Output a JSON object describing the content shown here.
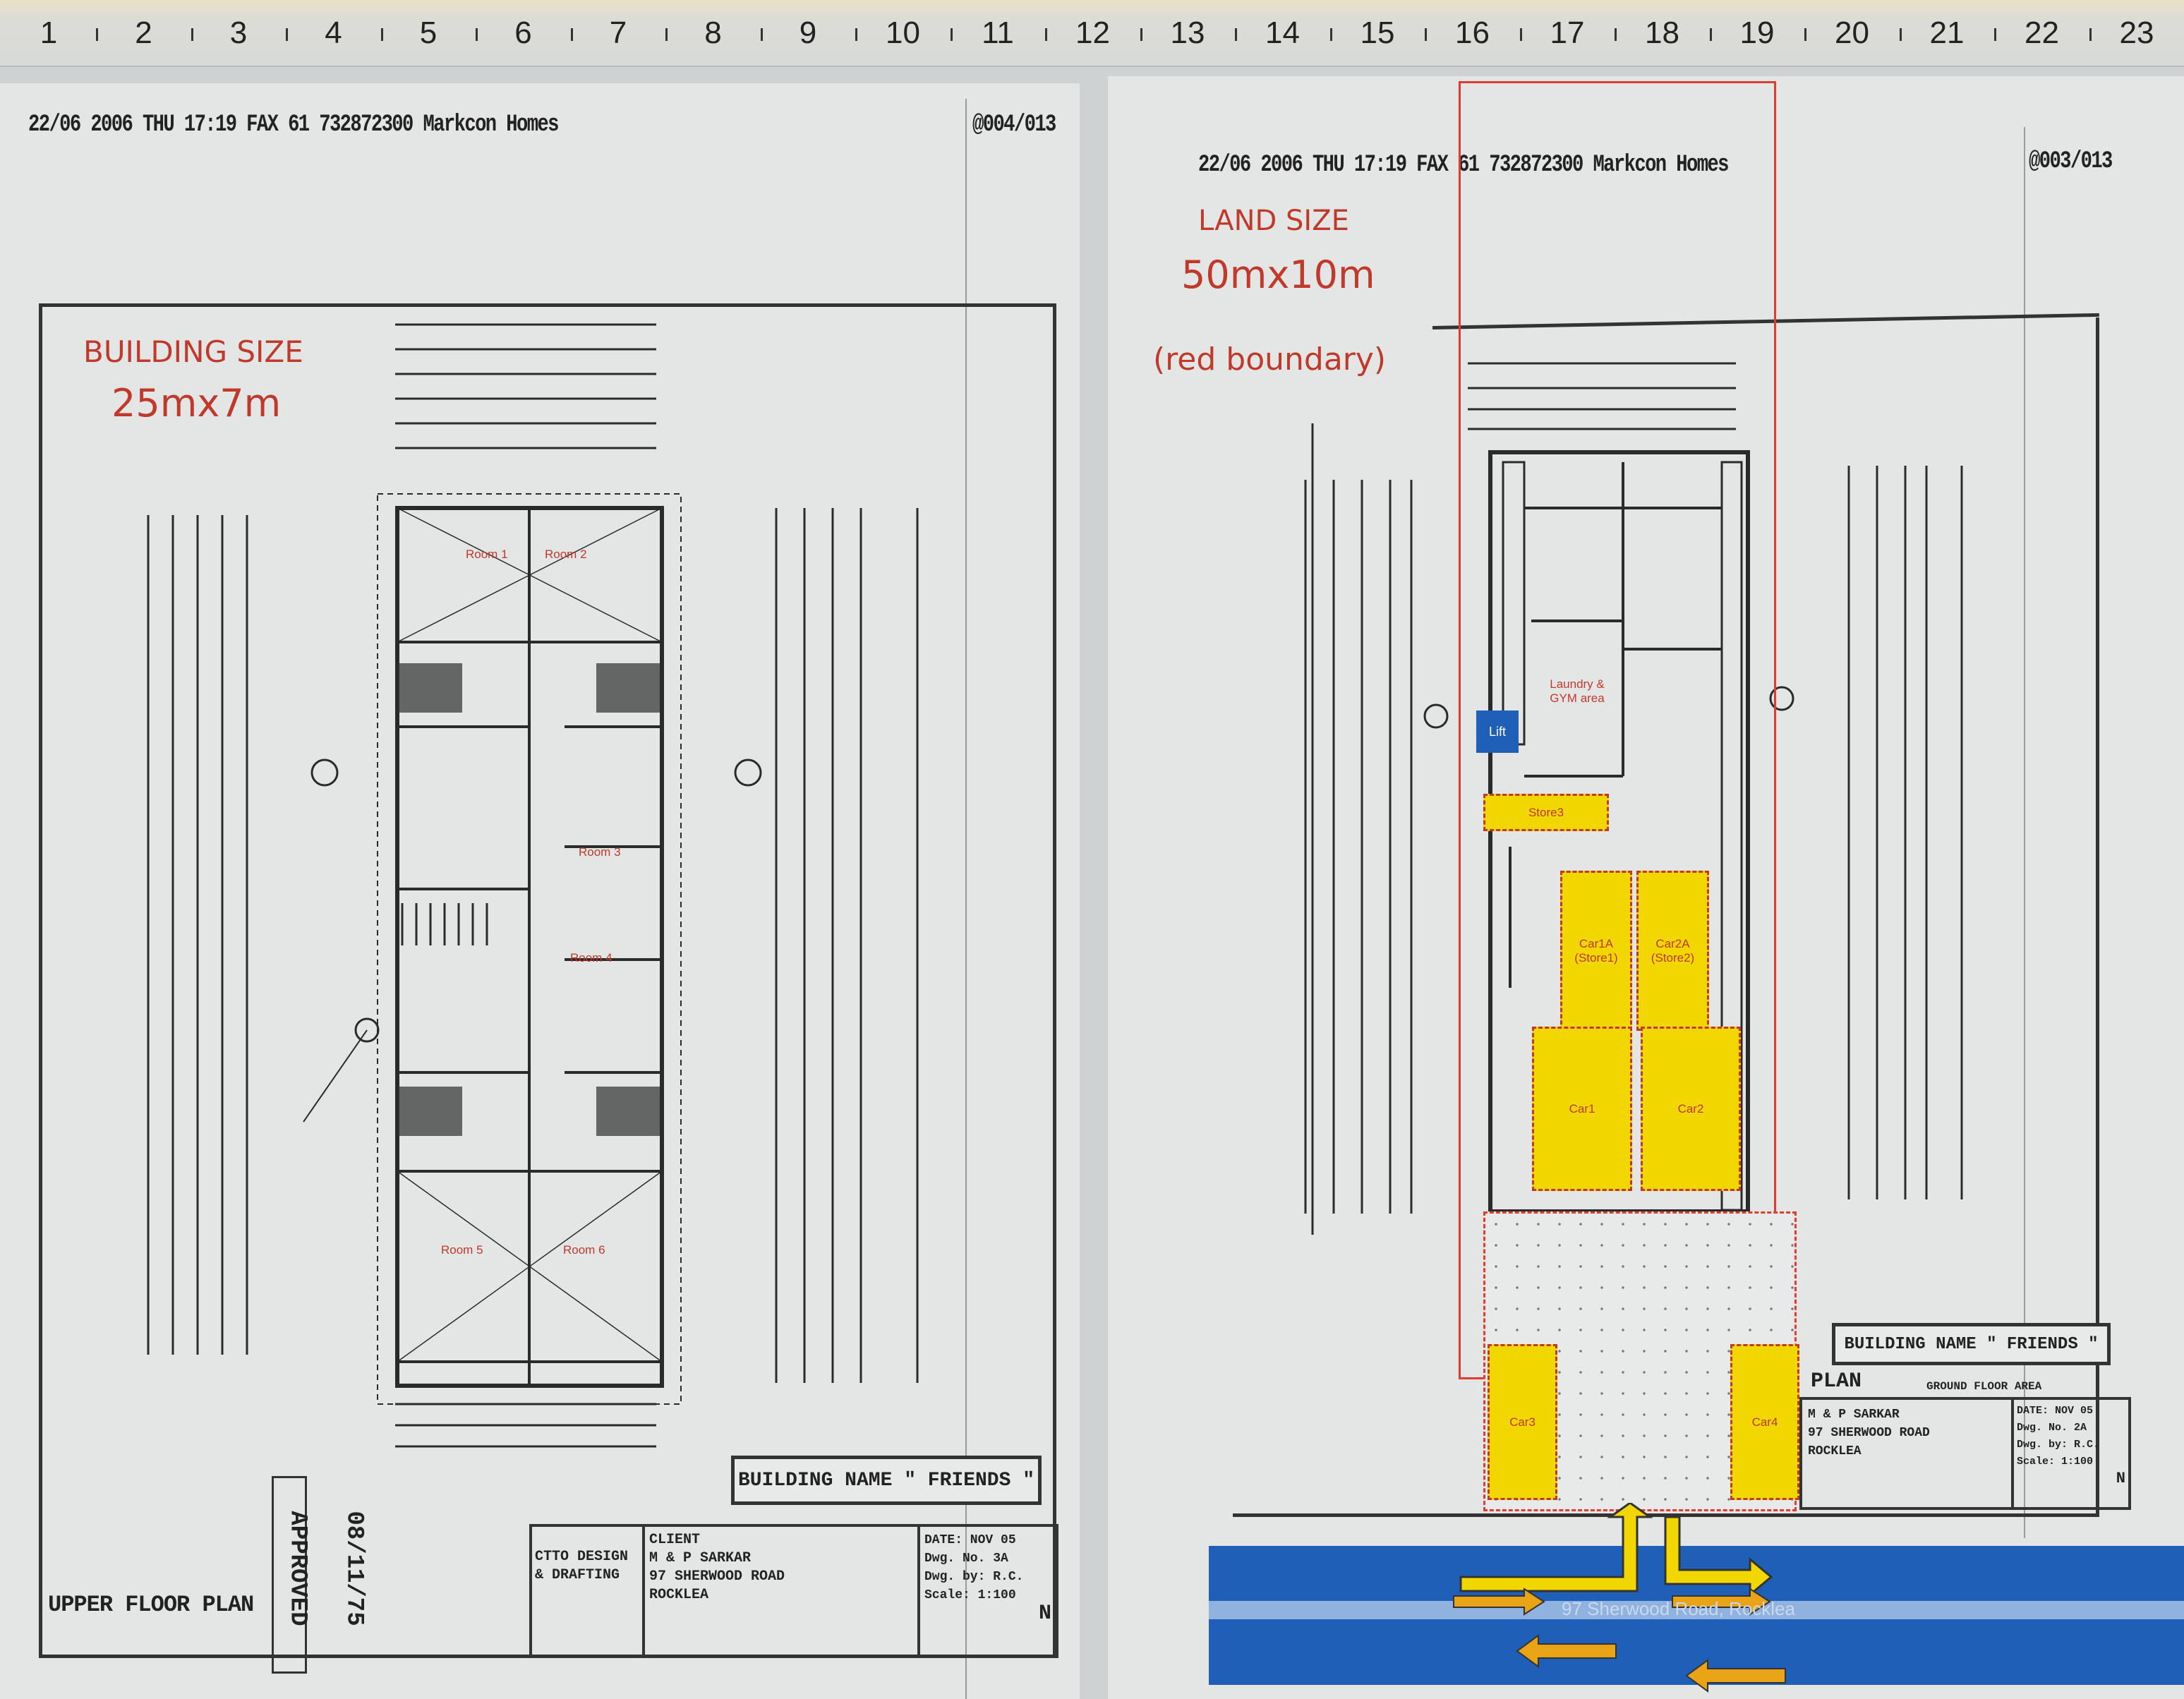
{
  "ruler": {
    "numbers": [
      "1",
      "2",
      "3",
      "4",
      "5",
      "6",
      "7",
      "8",
      "9",
      "10",
      "11",
      "12",
      "13",
      "14",
      "15",
      "16",
      "17",
      "18",
      "19",
      "20",
      "21",
      "22",
      "23"
    ]
  },
  "left_page": {
    "fax_header": "22/06 2006 THU 17:19 FAX 61 732872300 Markcon Homes",
    "page_number": "@004/013",
    "annotation_title": "BUILDING SIZE",
    "annotation_value": "25mx7m",
    "rooms": [
      "Room 1",
      "Room 2",
      "Room 3",
      "Room 4",
      "Room 5",
      "Room 6"
    ],
    "building_name": "BUILDING NAME \" FRIENDS \"",
    "plan_title": "UPPER FLOOR PLAN",
    "stamp": "APPROVED",
    "stamp_date": "08/11/75",
    "designer": [
      "CTTO DESIGN",
      "& DRAFTING"
    ],
    "client": [
      "CLIENT",
      "M & P SARKAR",
      "97 SHERWOOD ROAD",
      "ROCKLEA"
    ],
    "details": [
      "DATE: NOV 05",
      "Dwg. No. 3A",
      "Dwg. by: R.C.",
      "Scale: 1:100"
    ],
    "north": "N"
  },
  "right_page": {
    "fax_header": "22/06 2006 THU 17:19 FAX 61 732872300 Markcon Homes",
    "page_number": "@003/013",
    "annotation_title": "LAND SIZE",
    "annotation_value": "50mx10m",
    "annotation_note": "(red boundary)",
    "areas": {
      "lift": "Lift",
      "laundry": "Laundry & GYM area",
      "store3": "Store3",
      "car1a": "Car1A (Store1)",
      "car2a": "Car2A (Store2)",
      "car1": "Car1",
      "car2": "Car2",
      "car3": "Car3",
      "car4": "Car4"
    },
    "building_name": "BUILDING NAME \" FRIENDS \"",
    "plan_title": "PLAN",
    "plan_sub": "GROUND FLOOR AREA",
    "client": [
      "M & P SARKAR",
      "97 SHERWOOD ROAD",
      "ROCKLEA"
    ],
    "details": [
      "DATE: NOV 05",
      "Dwg. No. 2A",
      "Dwg. by: R.C.",
      "Scale: 1:100"
    ],
    "north": "N",
    "road_label": "97 Sherwood Road, Rocklea"
  },
  "colors": {
    "boundary": "#e03c31",
    "parking": "#f2d600",
    "road": "#1f5fb8",
    "arrow": "#e8a317",
    "lift": "#1f5fb8"
  }
}
